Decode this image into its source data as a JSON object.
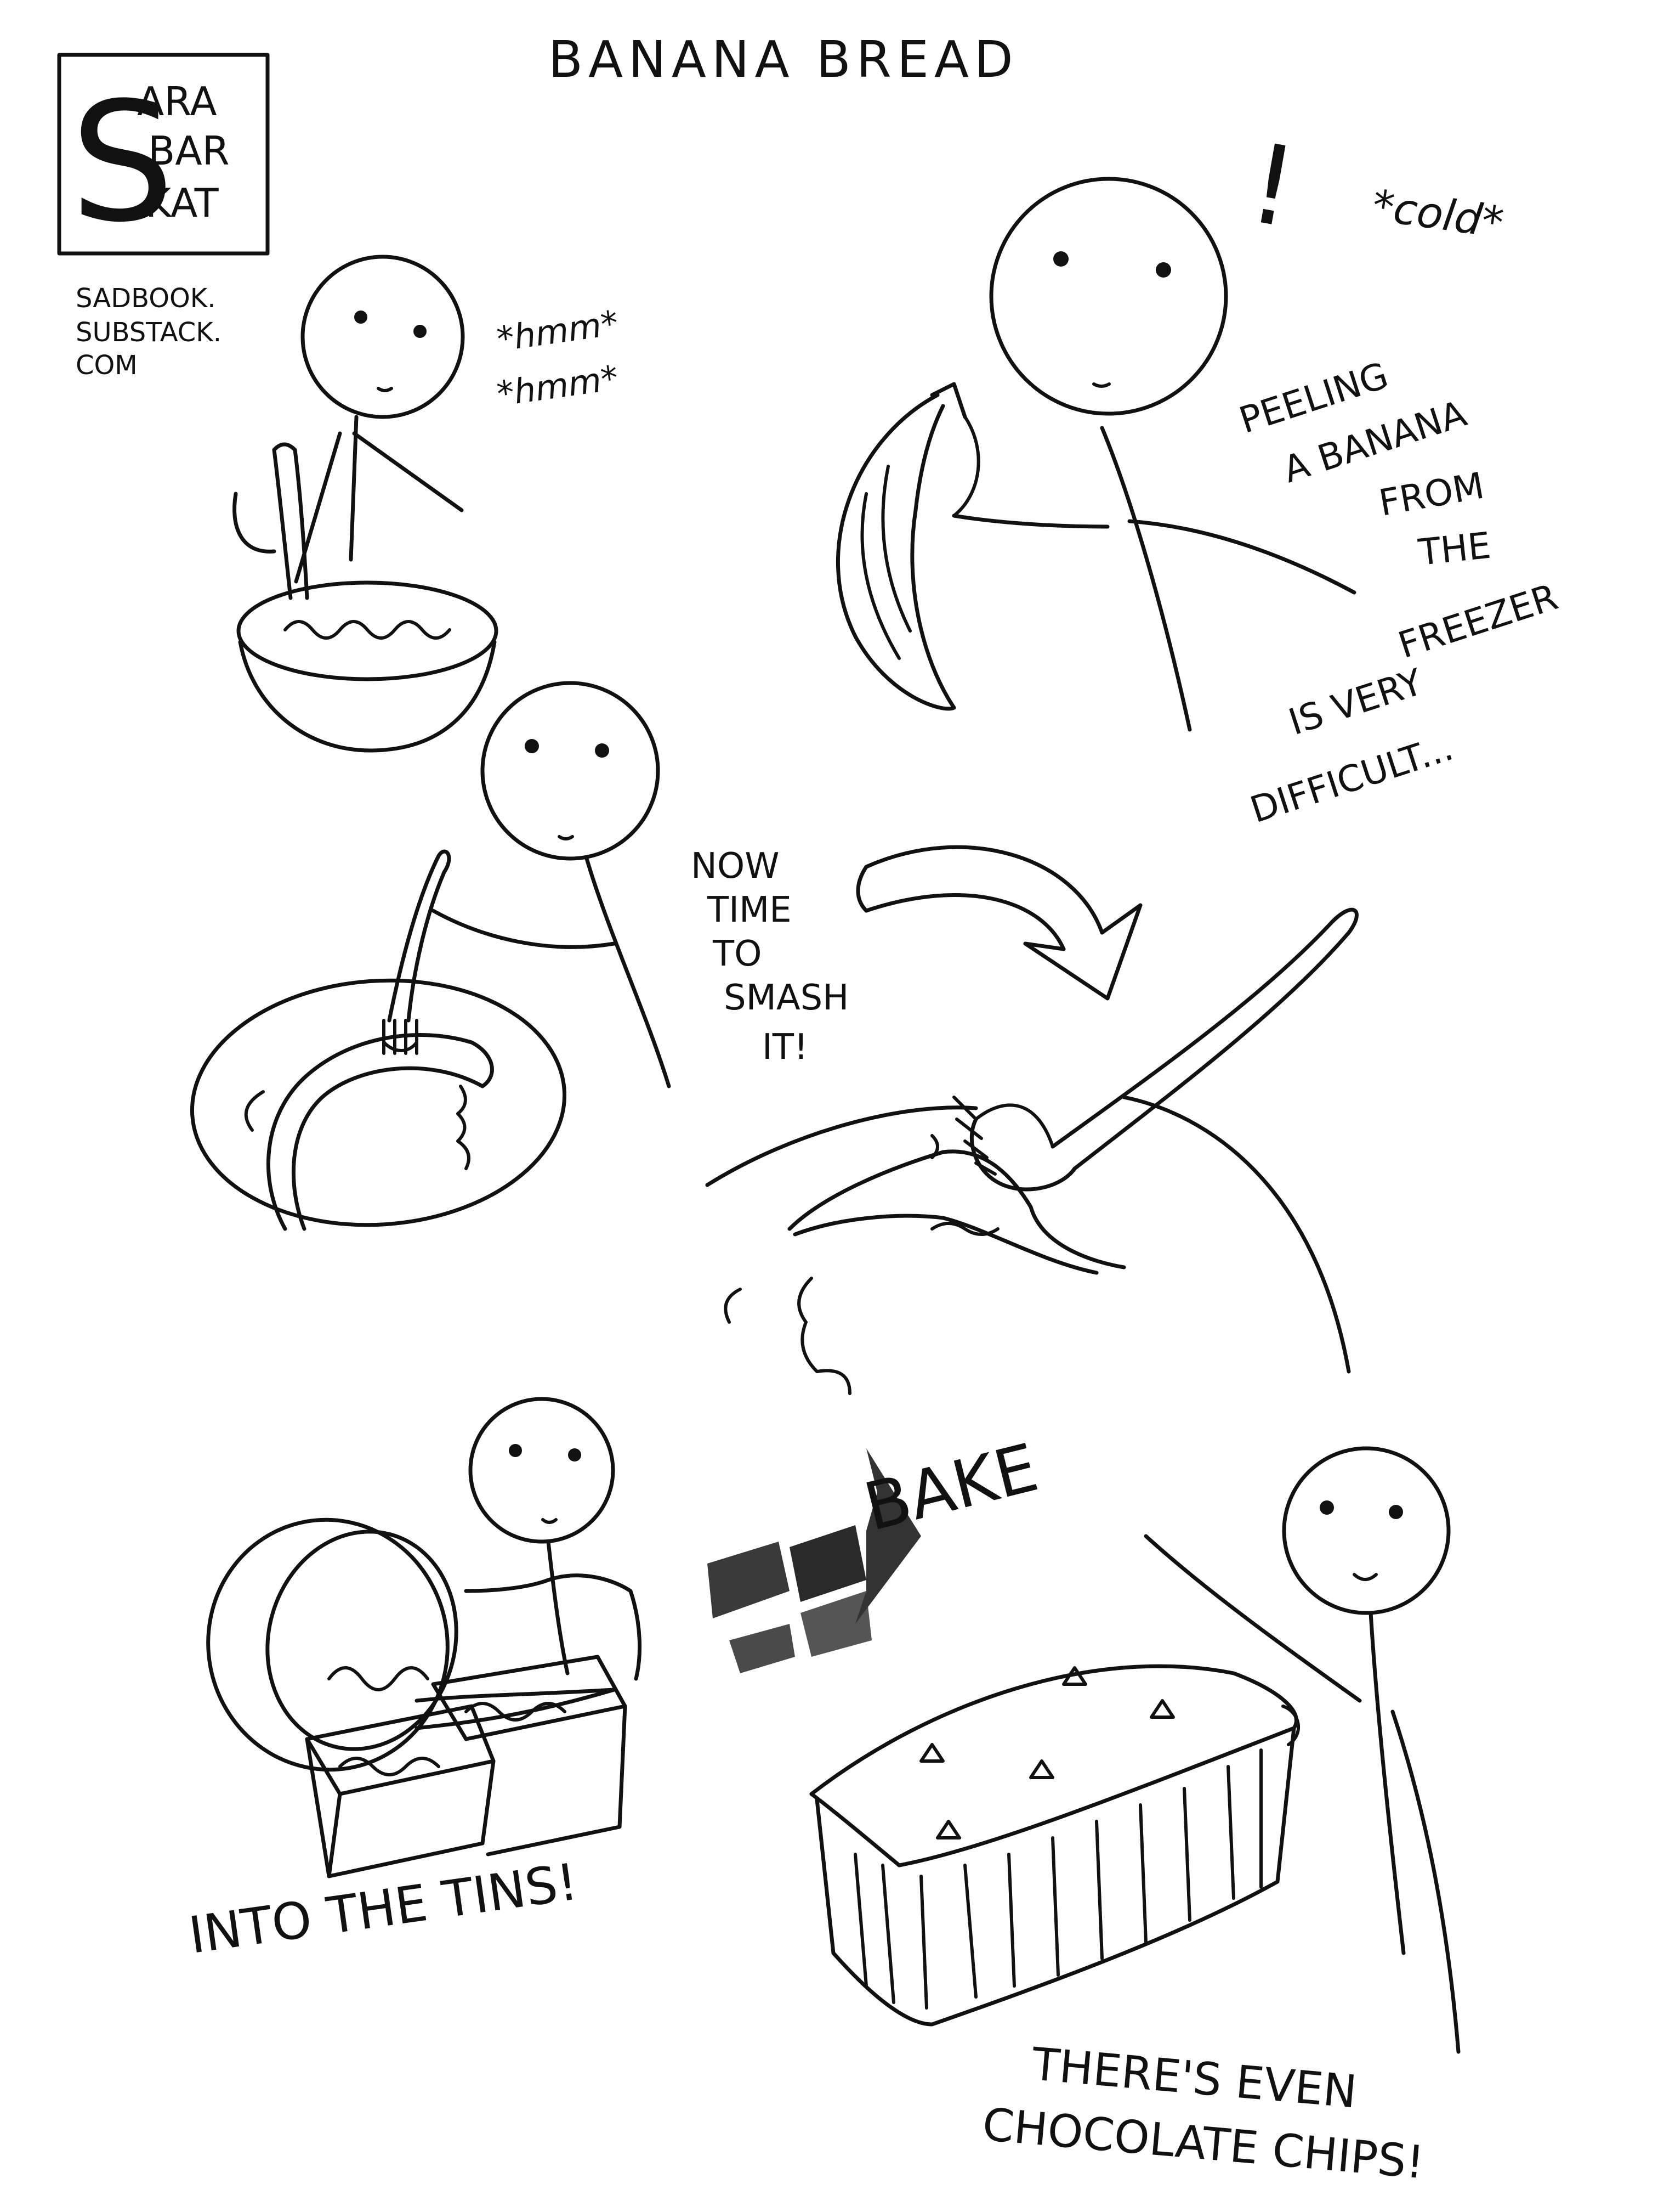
{
  "title": "BANANA BREAD",
  "logo": {
    "lines": [
      "ARA",
      "BAR",
      "KAT"
    ],
    "initial": "S"
  },
  "website": [
    "SADBOOK.",
    "SUBSTACK.",
    "COM"
  ],
  "sounds": {
    "hmm_1": "*hmm*",
    "hmm_2": "*hmm*",
    "exclaim": "!",
    "cold": "*cold*"
  },
  "captions": {
    "peeling": [
      "PEELING",
      "A BANANA",
      "FROM",
      "THE",
      "FREEZER",
      "IS VERY",
      "DIFFICULT..."
    ],
    "smash": [
      "NOW",
      "TIME",
      "TO",
      "SMASH",
      "IT!"
    ],
    "bake": "BAKE",
    "tins": "INTO THE TINS!",
    "chips": [
      "THERE'S EVEN",
      "CHOCOLATE CHIPS!"
    ]
  }
}
